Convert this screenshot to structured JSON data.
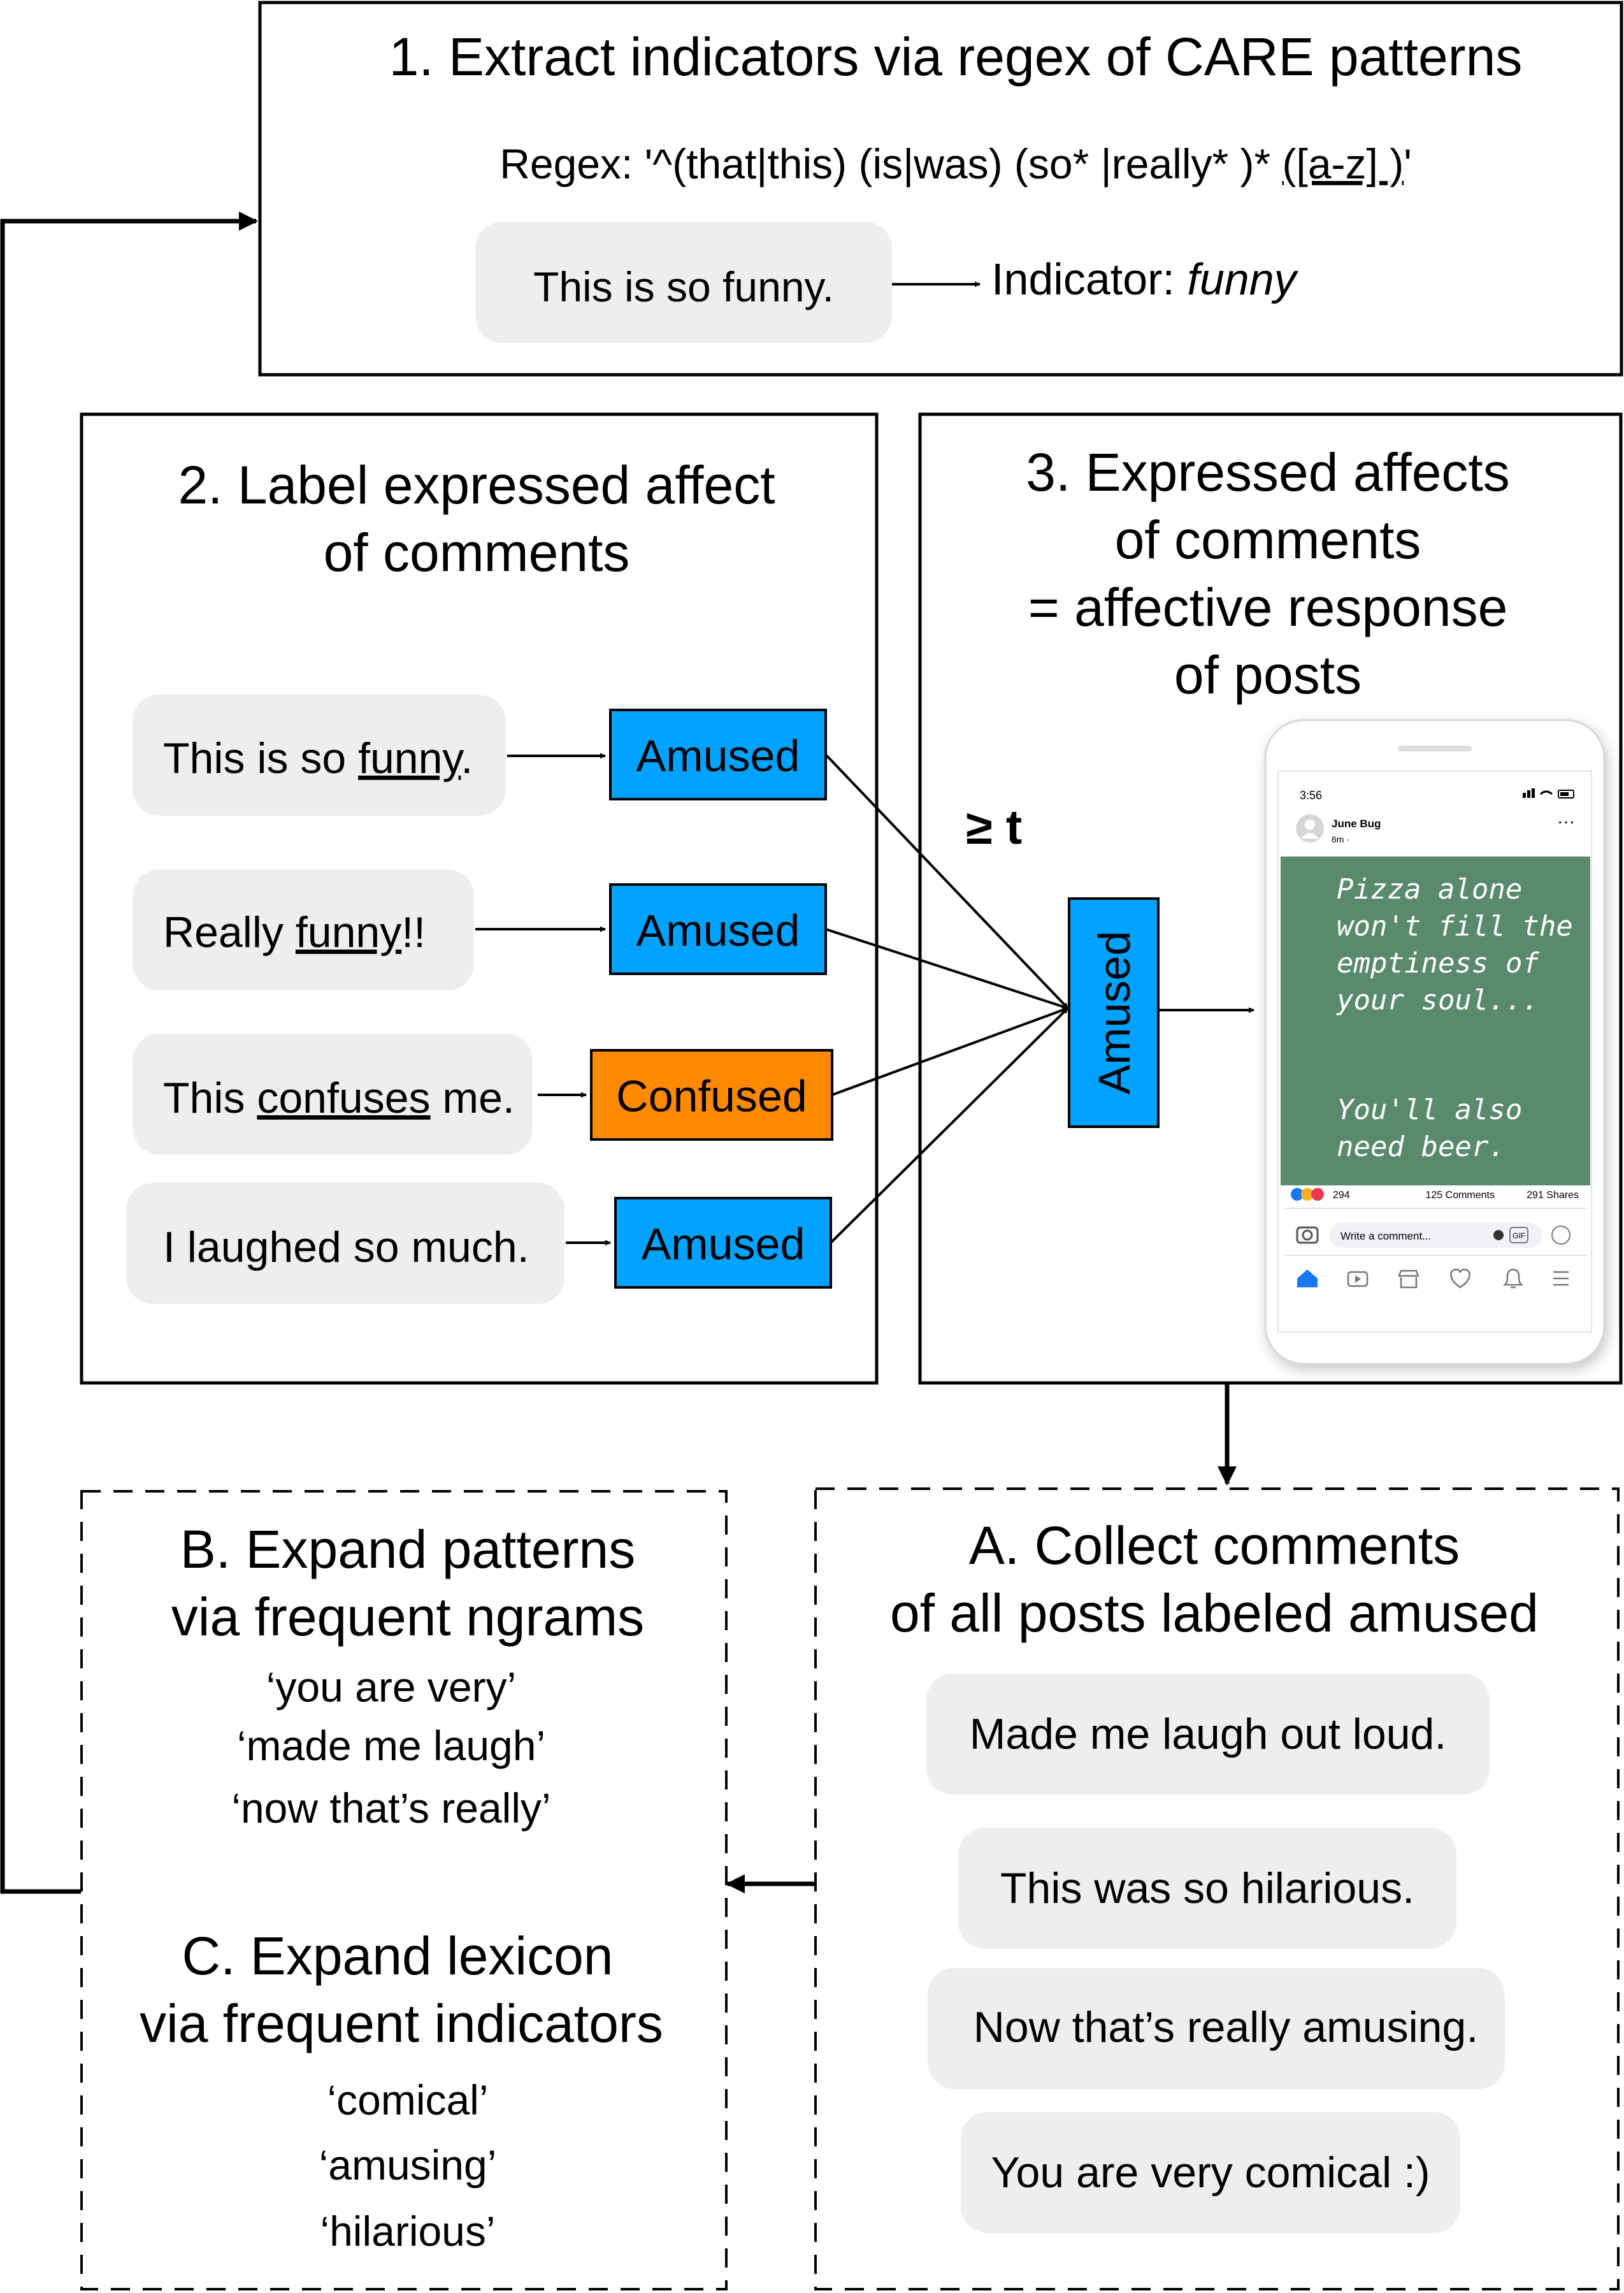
{
  "step1": {
    "title": "1. Extract indicators via regex of CARE patterns",
    "regex_prefix": "Regex: '^(that|this) (is|was) (so* |really* )* ",
    "regex_group": "([a-z] )",
    "regex_suffix": "'",
    "example_comment": "This is so funny.",
    "indicator_label": "Indicator: ",
    "indicator_value": "funny"
  },
  "step2": {
    "title_line1": "2. Label expressed affect",
    "title_line2": "of comments",
    "rows": [
      {
        "pre": "This is so ",
        "indicator": "funny",
        "post": ".",
        "label": "Amused",
        "color": "#00a2ff"
      },
      {
        "pre": "Really ",
        "indicator": "funny",
        "post": "!!",
        "label": "Amused",
        "color": "#00a2ff"
      },
      {
        "pre": "This ",
        "indicator": "confuses",
        "post": " me.",
        "label": "Confused",
        "color": "#ff8a00"
      },
      {
        "pre": "I laughed so much.",
        "indicator": "",
        "post": "",
        "label": "Amused",
        "color": "#00a2ff"
      }
    ]
  },
  "step3": {
    "title_lines": [
      "3. Expressed affects",
      "of comments",
      "= affective response",
      "of posts"
    ],
    "threshold": "≥ t",
    "aggregate_label": "Amused",
    "aggregate_color": "#00a2ff"
  },
  "phone": {
    "time": "3:56",
    "user": "June Bug",
    "meta": "6m · ",
    "post_lines": [
      "Pizza alone",
      "won't fill the",
      "emptiness of",
      "your soul...",
      "",
      "You'll also",
      "need beer."
    ],
    "post_bg": "#5a8a6c",
    "reactions_count": "294",
    "comments_count": "125 Comments",
    "shares_count": "291 Shares",
    "comment_placeholder": "Write a comment...",
    "gif_label": "GIF",
    "nav_icons": [
      "home-icon",
      "video-icon",
      "marketplace-icon",
      "heart-icon",
      "bell-icon",
      "menu-icon"
    ]
  },
  "stepA": {
    "title_line1": "A. Collect comments",
    "title_line2": "of all posts labeled amused",
    "comments": [
      "Made me laugh out loud.",
      "This was so hilarious.",
      "Now that’s really amusing.",
      "You are very comical :)"
    ]
  },
  "stepB": {
    "title_line1": "B. Expand patterns",
    "title_line2": "via frequent ngrams",
    "ngrams": [
      "‘you are very’",
      "‘made me laugh’",
      "‘now that’s really’"
    ]
  },
  "stepC": {
    "title_line1": "C. Expand lexicon",
    "title_line2": "via frequent indicators",
    "indicators": [
      "‘comical’",
      "‘amusing’",
      "‘hilarious’"
    ]
  }
}
